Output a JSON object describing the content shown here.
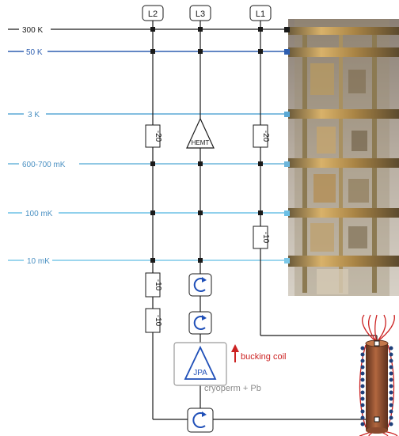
{
  "lines": {
    "l2": "L2",
    "l3": "L3",
    "l1": "L1"
  },
  "stages": [
    {
      "label": "300 K",
      "color": "#1a1a1a"
    },
    {
      "label": "50 K",
      "color": "#2f5fb0"
    },
    {
      "label": "3 K",
      "color": "#5aa9d6"
    },
    {
      "label": "600-700 mK",
      "color": "#6cb6dc"
    },
    {
      "label": "100 mK",
      "color": "#6cc0e6"
    },
    {
      "label": "10 mK",
      "color": "#7cc8e8"
    }
  ],
  "components": {
    "att_l2_3k": "-20",
    "att_l1_3k": "-20",
    "att_l1_100mk": "-10",
    "att_l2_lower_a": "-10",
    "att_l2_lower_b": "-10",
    "hemt": "HEMT",
    "jpa": "JPA"
  },
  "annotations": {
    "bucking_coil": "bucking coil",
    "cryoperm": "cryoperm + Pb"
  },
  "colors": {
    "wire": "#1a1a1a",
    "jpa_blue": "#1f4fb8",
    "annotation_red": "#cc2222",
    "shield_gray": "#9a9a9a",
    "cryostat_gold": "#c9a05a",
    "coil_copper": "#8a4a2e"
  }
}
